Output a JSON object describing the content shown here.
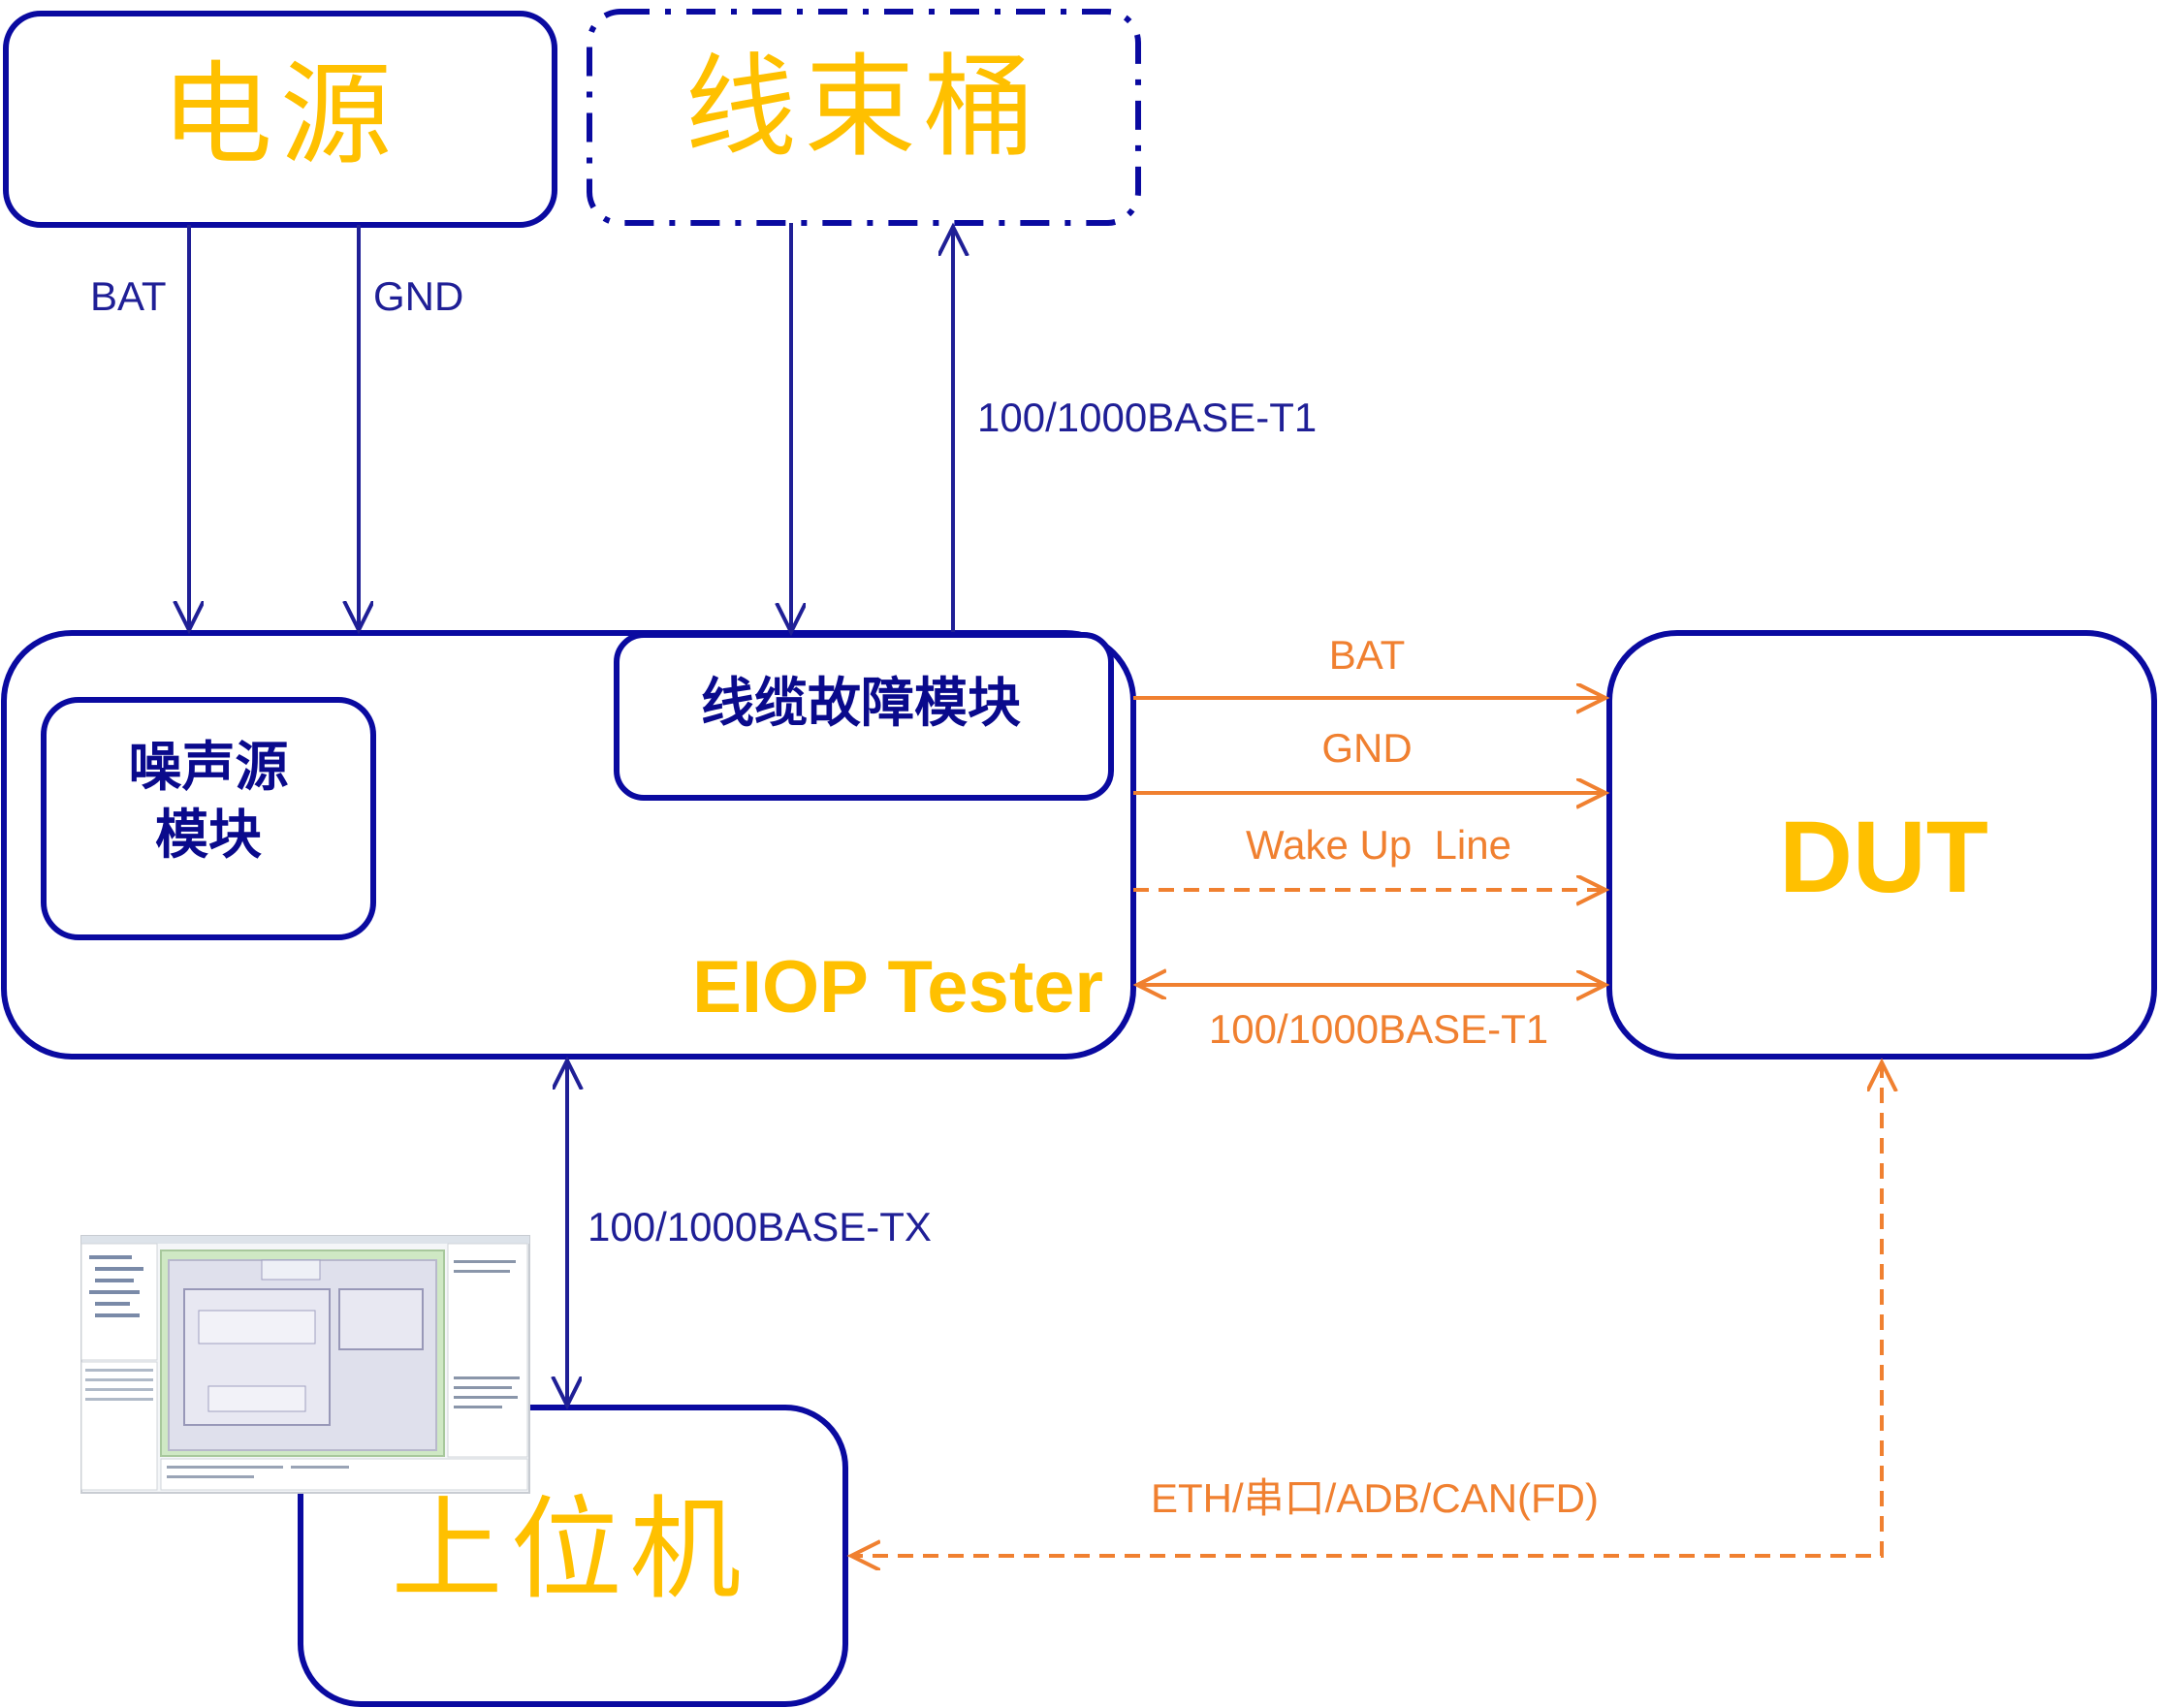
{
  "nodes": {
    "power": "电源",
    "harness": "线束桶",
    "tester": "EIOP Tester",
    "noise_module": [
      "噪声源",
      "模块"
    ],
    "cable_fault_module": "线缆故障模块",
    "dut": "DUT",
    "host": "上位机"
  },
  "links": {
    "bat_power": "BAT",
    "gnd_power": "GND",
    "harness_t1": "100/1000BASE-T1",
    "bat_dut": "BAT",
    "gnd_dut": "GND",
    "wake_up": "Wake Up  Line",
    "t1_dut": "100/1000BASE-T1",
    "host_tx": "100/1000BASE-TX",
    "debug": "ETH/串口/ADB/CAN(FD)"
  },
  "colors": {
    "box_stroke": "#0A0AA0",
    "blue_line": "#1F1F96",
    "orange_line": "#F08030",
    "title_text": "#FFC000"
  },
  "icons": {
    "host_screenshot": "software-screenshot-thumbnail"
  }
}
